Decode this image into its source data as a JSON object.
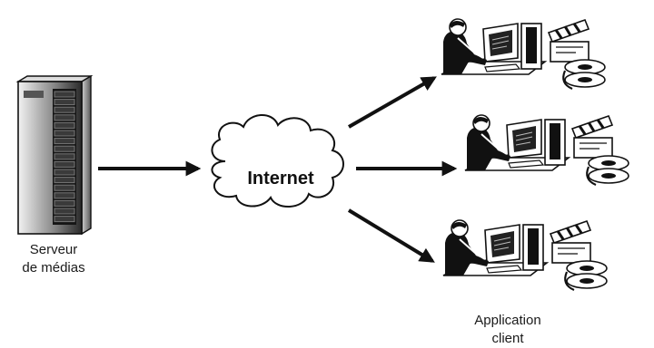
{
  "diagram": {
    "server": {
      "label_line1": "Serveur",
      "label_line2": "de médias",
      "icon": "server-tower-icon"
    },
    "network": {
      "label": "Internet",
      "icon": "cloud-icon"
    },
    "clients": {
      "label_line1": "Application",
      "label_line2": "client",
      "icon": "person-at-computer-icon",
      "media_icon": "clapperboard-film-reel-icon",
      "count": 3
    },
    "colors": {
      "stroke": "#111111",
      "fill": "#ffffff"
    }
  }
}
